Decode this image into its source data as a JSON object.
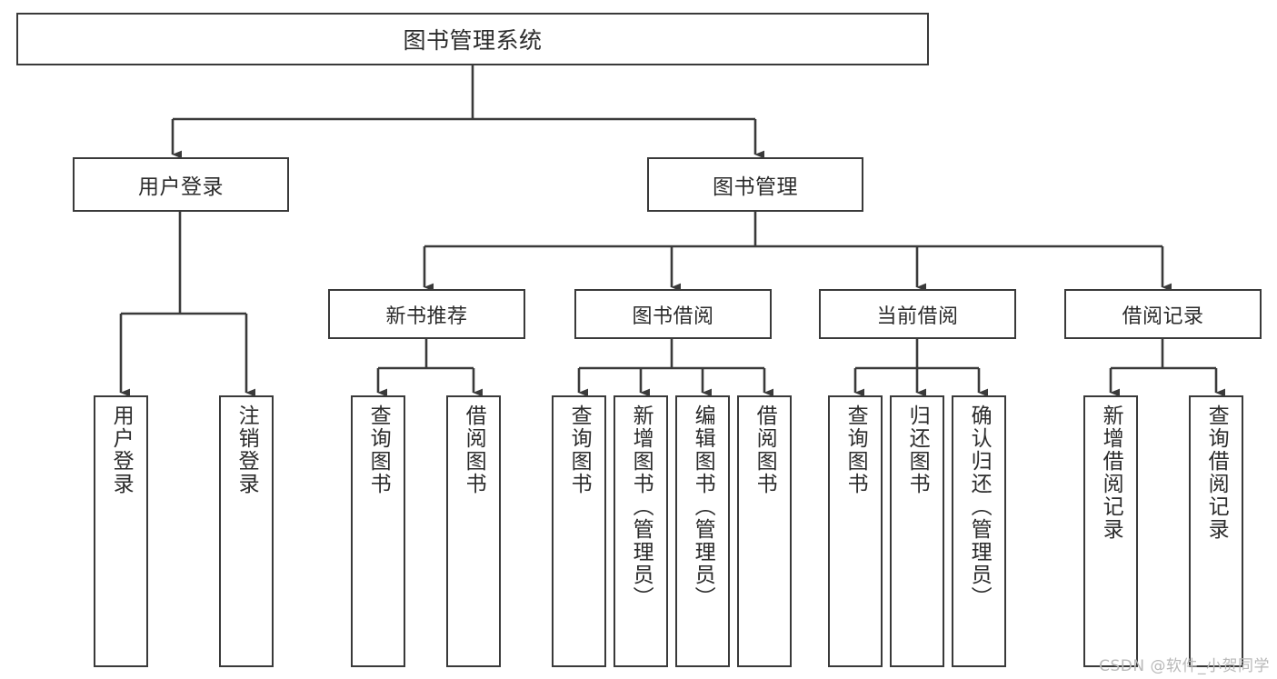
{
  "diagram": {
    "title": "图书管理系统",
    "type": "tree-structure-chart",
    "watermark": "CSDN @软件_小贺同学",
    "colors": {
      "border": "#3a3a3a",
      "text": "#2b2b2b",
      "background": "#ffffff",
      "connector": "#3a3a3a",
      "watermark": "#b9b9b9"
    },
    "root": {
      "label": "图书管理系统"
    },
    "level1": [
      {
        "label": "用户登录"
      },
      {
        "label": "图书管理"
      }
    ],
    "level2": [
      {
        "label": "新书推荐"
      },
      {
        "label": "图书借阅"
      },
      {
        "label": "当前借阅"
      },
      {
        "label": "借阅记录"
      }
    ],
    "leaves": {
      "user_login": [
        {
          "label": "用户登录"
        },
        {
          "label": "注销登录"
        }
      ],
      "new_book_recommend": [
        {
          "label": "查询图书"
        },
        {
          "label": "借阅图书"
        }
      ],
      "book_borrow": [
        {
          "label": "查询图书"
        },
        {
          "label": "新增图书（管理员）"
        },
        {
          "label": "编辑图书（管理员）"
        },
        {
          "label": "借阅图书"
        }
      ],
      "current_borrow": [
        {
          "label": "查询图书"
        },
        {
          "label": "归还图书"
        },
        {
          "label": "确认归还（管理员）"
        }
      ],
      "borrow_record": [
        {
          "label": "新增借阅记录"
        },
        {
          "label": "查询借阅记录"
        }
      ]
    }
  }
}
